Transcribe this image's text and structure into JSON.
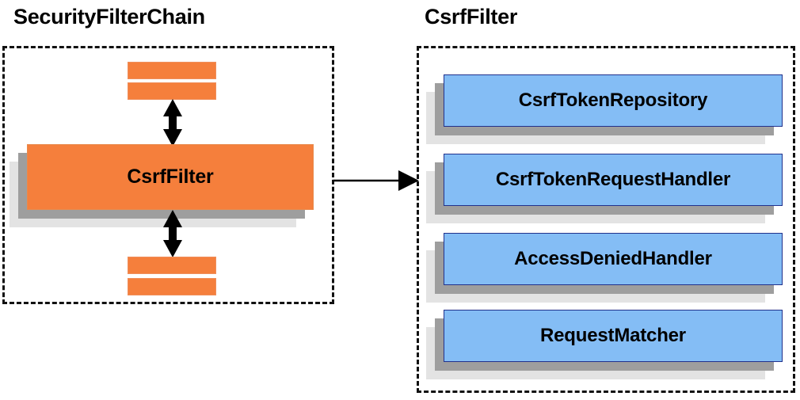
{
  "diagram": {
    "title_left": "SecurityFilterChain",
    "title_right": "CsrfFilter",
    "colors": {
      "orange_fill": "#f57f3c",
      "orange_border": "#ef8f5c",
      "blue_fill": "#84bdf5",
      "blue_border": "#21318c",
      "shadow_mid": "#9e9e9e",
      "shadow_back": "#e3e3e3",
      "outline": "#111111",
      "text": "#000000"
    }
  },
  "left_panel": {
    "title": "SecurityFilterChain",
    "filter_box": {
      "label": "CsrfFilter"
    },
    "top_bars": [
      {
        "label": ""
      },
      {
        "label": ""
      }
    ],
    "bottom_bars": [
      {
        "label": ""
      },
      {
        "label": ""
      }
    ],
    "arrows": {
      "top": "double-headed-vertical-arrow",
      "bottom": "double-headed-vertical-arrow"
    }
  },
  "connector": {
    "name": "right-arrow",
    "from": "CsrfFilter",
    "to": "CsrfFilter detail panel"
  },
  "right_panel": {
    "title": "CsrfFilter",
    "components": [
      {
        "label": "CsrfTokenRepository"
      },
      {
        "label": "CsrfTokenRequestHandler"
      },
      {
        "label": "AccessDeniedHandler"
      },
      {
        "label": "RequestMatcher"
      }
    ]
  }
}
